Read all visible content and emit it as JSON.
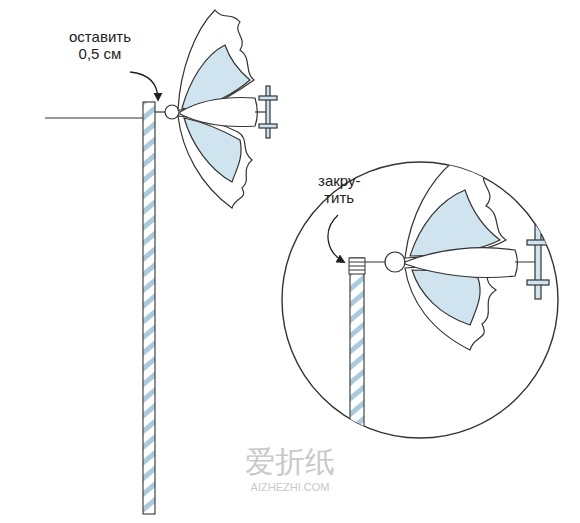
{
  "diagram": {
    "labels": [
      "оставить 0,5 см",
      "закру- тить",
      "爱折纸",
      "AIZHEZHI.COM"
    ]
  }
}
